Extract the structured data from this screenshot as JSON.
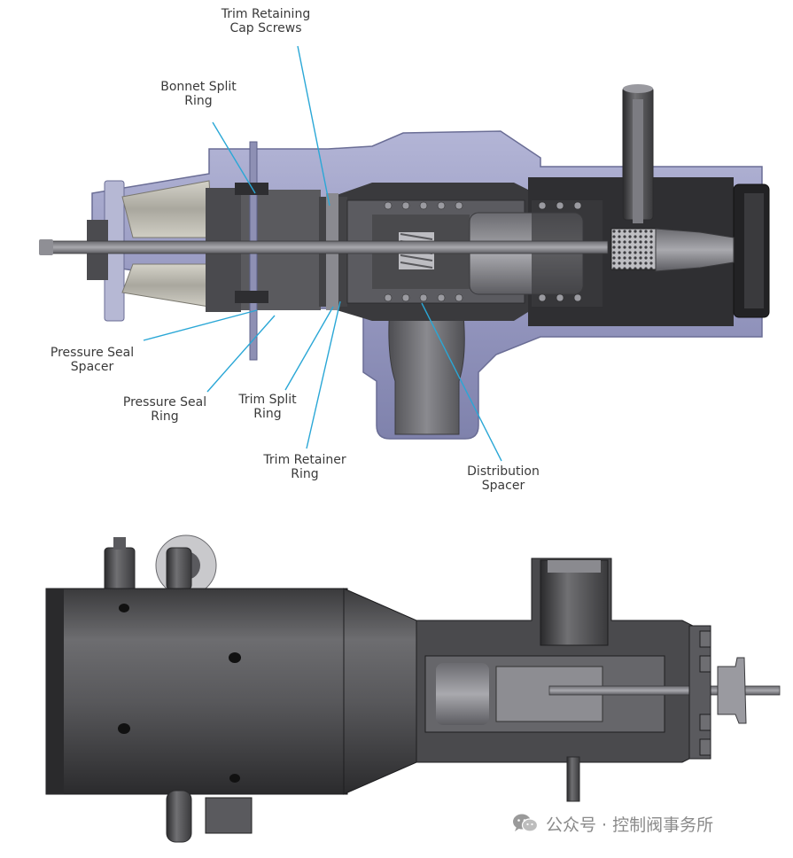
{
  "labels": {
    "trim_retaining_cap_screws": [
      "Trim Retaining",
      "Cap Screws"
    ],
    "bonnet_split_ring": [
      "Bonnet Split",
      "Ring"
    ],
    "pressure_seal_spacer": [
      "Pressure Seal",
      "Spacer"
    ],
    "pressure_seal_ring": [
      "Pressure Seal",
      "Ring"
    ],
    "trim_split_ring": [
      "Trim Split",
      "Ring"
    ],
    "trim_retainer_ring": [
      "Trim Retainer",
      "Ring"
    ],
    "distribution_spacer": [
      "Distribution",
      "Spacer"
    ]
  },
  "watermark": {
    "text": "公众号 · 控制阀事务所",
    "icon": "wechat-icon"
  },
  "colors": {
    "leader_line": "#2aa7d6",
    "body_top": "#9a9cc2",
    "body_bottom": "#4a4a4c",
    "label_text": "#3a3a3a"
  }
}
